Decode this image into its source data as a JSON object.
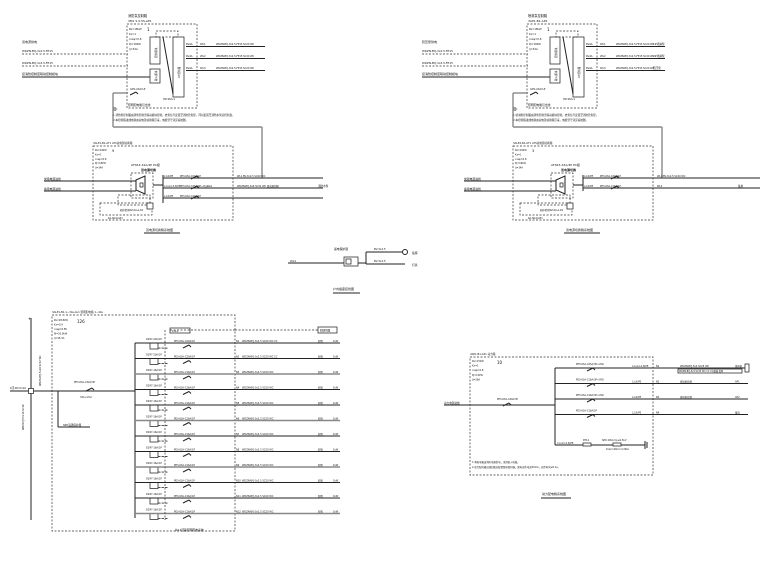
{
  "drawing": {
    "diagrams": [
      {
        "id": "fire-pump-1",
        "title": "消防泵控制电气原理图",
        "panel_header": [
          "消防泵控制箱",
          "3M1 S 0.5S-AP1"
        ],
        "params": [
          "Pe=18kW",
          "Kx=1",
          "cosφ=0.8",
          "Pj=18kW",
          "Ij=34A"
        ],
        "panel_number": "1",
        "inputs": [
          "双电源供电",
          "WDZN-BYJ-3x2.5-FE15",
          "WDZN-BYJ-3x2.5-FE15",
          "接消防控制室联动控制模块"
        ],
        "modules": [
          "控制模块",
          "输入模块",
          "UT控制箱",
          "HZ-SKS-1"
        ],
        "outputs": [
          {
            "breaker": "Pe4A",
            "circuit": "WL1",
            "cable": "WDZN-BYJ-3x2.5-FE15 SC20 WC",
            "load": ""
          },
          {
            "breaker": "Pe4A",
            "circuit": "WL2",
            "cable": "WDZN-BYJ-3x2.5-FE15 SC20 WC",
            "load": ""
          },
          {
            "breaker": "Pe4A",
            "circuit": "WL3",
            "cable": "WDZN-BYJ-3x2.5-FE15 SC20 WC",
            "load": ""
          }
        ],
        "feed_label": "GPS-20A/1P",
        "feed_note": "照明配电箱引出线",
        "notes_title": "注:",
        "notes": [
          "1.消防泵控制箱由消防控制室联动模块控制，启泵信号反馈至消防控制室，同时反馈至消防水泵房控制盘。",
          "2.本控制箱进线电源由双电源切换箱引来，电缆型号详见系统图。"
        ]
      },
      {
        "id": "fire-pump-2",
        "title": "喷淋泵控制电气原理图",
        "panel_header": [
          "喷淋泵控制箱",
          "3AP1-B1-AP2"
        ],
        "params": [
          "Pe=18kW",
          "Kx=1",
          "cosφ=0.8",
          "Pj=18kW",
          "Ij=34A"
        ],
        "panel_number": "1",
        "inputs": [
          "稳压泵供电",
          "WDZN-BYJ-3x2.5-FE15",
          "WDZN-BYJ-3x2.5-FE15",
          "接消防控制室联动控制模块"
        ],
        "modules": [
          "控制模块",
          "输入模块",
          "UT控制箱",
          "HZ-SKS-1"
        ],
        "outputs": [
          {
            "breaker": "Pe4A",
            "circuit": "WL1",
            "cable": "WDZN-BYJ-3x2.5-FE15 SC20 WC",
            "load": "1#喷淋泵"
          },
          {
            "breaker": "Pe4A",
            "circuit": "WL2",
            "cable": "WDZN-BYJ-3x2.5-FE15 SC20 WC",
            "load": "2#喷淋泵"
          },
          {
            "breaker": "Pe4A",
            "circuit": "WL3",
            "cable": "WDZN-BYJ-3x2.5-FE15 SC20 WC",
            "load": "稳压泵"
          }
        ],
        "feed_label": "GPS-20A/1P",
        "feed_note": "照明配电箱引出线",
        "notes_title": "注:",
        "notes": [
          "1.喷淋泵控制箱由消防控制室联动模块控制，启泵信号反馈至消防控制室。",
          "2.本控制箱进线电源由双电源切换箱引来，电缆型号详见系统图。"
        ]
      },
      {
        "id": "ats-1",
        "title": "双电源切换箱系统图",
        "panel_header": "3ALE1-B1-AT1  ATS双电源切换箱",
        "params": [
          "Pe=18kW",
          "Kx=1",
          "cosφ=0.8",
          "Pj=18kW",
          "Ij=34A"
        ],
        "panel_number": "9",
        "ats_label": "ATS63-32A/4P PC级",
        "ats_sub": "双电源切换",
        "inputs": [
          "常用电源进线",
          "备用电源进线"
        ],
        "outputs": [
          {
            "label": "L1,N,PE",
            "breaker": "PE3-63A-C20A/1P",
            "circuit": "WL1",
            "cable": "WL1  BV-3x2.5 SC20 WC"
          },
          {
            "label": "L1,L2,L3,N,PE",
            "breaker": "PE3-63A-C25A/4P+VigiRe4",
            "circuit": "WL2",
            "cable": "WDZN-BYJ-5x6 SC32 WC 双电源切换",
            "load": "消防水泵"
          },
          {
            "label": "L1,N,PE",
            "breaker": "PE3-63A-C20A/1P",
            "circuit": "WL3",
            "cable": ""
          }
        ],
        "sub_notes": [
          "相序检测KZ-KA-A-R1",
          "KA-SK-KA-B1"
        ]
      },
      {
        "id": "ats-2",
        "title": "双电源切换箱系统图",
        "panel_header": "3ALE2-B1-AT1  ATS双电源切换箱",
        "params": [
          "Pe=18kW",
          "Kx=1",
          "cosφ=0.8",
          "Pj=18kW",
          "Ij=34A"
        ],
        "panel_number": "3",
        "ats_label": "ATS63-32A/4P PC级",
        "ats_sub": "双电源切换",
        "inputs": [
          "常用电源进线",
          "备用电源进线"
        ],
        "outputs": [
          {
            "label": "L1,N,PE",
            "breaker": "PE3-63A-C20A/1P",
            "circuit": "WL1",
            "cable": "WL1  BV-3x2.5 SC20 WC"
          },
          {
            "label": "L1,N,PE",
            "breaker": "PE3-63A-C16A/1P",
            "circuit": "WL2",
            "cable": "WL2",
            "load": "备用"
          }
        ],
        "sub_notes": [
          "相序检测KZ-KA-A-R1",
          "KA-SK-KA-B1"
        ]
      },
      {
        "id": "detail-1",
        "title": "户内插座接线图",
        "feed": "WL1",
        "module_label": "漏电保护器",
        "out_top": "BV-3x2.5",
        "out_bottom": "BV-3x2.5",
        "load_top": "插座",
        "load_bottom": "灯具"
      },
      {
        "id": "distribution-1",
        "title": "照明配电箱系统图",
        "panel_header": "3ALE1-B1-1~3AL-AL1  照明配电箱 1~4AL",
        "params": [
          "Pe=28.8kW",
          "Kx=0.9",
          "cosφ=0.85",
          "Pj=25.9kW",
          "Ij=46.3A"
        ],
        "panel_number": "126",
        "incoming": "1回-BV-5x10",
        "bus_label": "WDZN-BYJ-5x10 SC32 WC",
        "riser_label": "WDZN-YJY-5x16 SC40",
        "main_breaker": "PE3-63A-C32A/3P",
        "main_breaker_sub": "32A+VIGI",
        "spd_label": "SPD浪涌保护器",
        "cb_group_label": "1AL1",
        "table_header_right": "照明回路",
        "footer_note": "共12回路照明配电系统",
        "circuits": [
          {
            "rcd": "DZ47-20A/1P",
            "breaker": "PE3-63A-C20A/1P",
            "circuit": "N1",
            "cable": "WDZN-BYJ-3x2.5 SC20 WC CC",
            "load": "照明",
            "power": "1kW"
          },
          {
            "rcd": "DZ47-20A/1P",
            "breaker": "PE3-63A-C20A/1P",
            "circuit": "N2",
            "cable": "WDZN-BYJ-3x2.5 SC20 WC CC",
            "load": "照明",
            "power": "1kW"
          },
          {
            "rcd": "DZ47-16A/1P",
            "breaker": "PE3-63A-C16A/1P",
            "circuit": "N3",
            "cable": "WDZN-BYJ-3x2.5 SC20 WC",
            "load": "照明",
            "power": "1kW"
          },
          {
            "rcd": "DZ47-16A/1P",
            "breaker": "PE3-63A-C16A/1P",
            "circuit": "N4",
            "cable": "WDZN-BYJ-3x2.5 SC20 WC",
            "load": "照明",
            "power": "1kW"
          },
          {
            "rcd": "DZ47-16A/1P",
            "breaker": "PE3-63A-C16A/1P",
            "circuit": "N5",
            "cable": "WDZN-BYJ-3x2.5 SC20 WC",
            "load": "照明",
            "power": "1kW"
          },
          {
            "rcd": "DZ47-16A/1P",
            "breaker": "PE3-63A-C16A/1P",
            "circuit": "N6",
            "cable": "WDZN-BYJ-3x2.5 SC20 WC",
            "load": "照明",
            "power": "1kW"
          },
          {
            "rcd": "DZ47-16A/1P",
            "breaker": "PE3-63A-C16A/1P",
            "circuit": "N7",
            "cable": "WDZN-BYJ-3x2.5 SC20 WC",
            "load": "照明",
            "power": "1kW"
          },
          {
            "rcd": "DZ47-16A/1P",
            "breaker": "PE3-63A-C16A/1P",
            "circuit": "N8",
            "cable": "WDZN-BYJ-3x2.5 SC20 WC",
            "load": "照明",
            "power": "1kW"
          },
          {
            "rcd": "DZ47-16A/1P",
            "breaker": "PE3-63A-C16A/1P",
            "circuit": "N9",
            "cable": "WDZN-BYJ-3x2.5 SC20 WC",
            "load": "照明",
            "power": "1kW"
          },
          {
            "rcd": "DZ47-16A/1P",
            "breaker": "PE3-63A-C16A/1P",
            "circuit": "N10",
            "cable": "WDZN-BYJ-3x2.5 SC20 WC",
            "load": "照明",
            "power": "1kW"
          },
          {
            "rcd": "DZ47-16A/1P",
            "breaker": "PE3-63A-C16A/1P",
            "circuit": "N11",
            "cable": "WDZN-BYJ-3x2.5 SC20 WC",
            "load": "照明",
            "power": "1kW"
          },
          {
            "rcd": "DZ47-16A/1P",
            "breaker": "PE3-63A-C16A/1P",
            "circuit": "N12",
            "cable": "WDZN-BYJ-3x2.5 SC20 WC",
            "load": "照明",
            "power": "1kW"
          }
        ]
      },
      {
        "id": "distribution-2",
        "title": "动力配电箱系统图",
        "panel_header": "3AP1-B1-AP1  动力箱",
        "params": [
          "Pe=15kW",
          "Kx=1",
          "cosφ=0.8",
          "Pj=15kW",
          "Ij=28A"
        ],
        "panel_number": "10",
        "incoming": "动力电源进线",
        "main_breaker": "PE3-63A-C40A/3P",
        "circuits": [
          {
            "breaker": "PE3-63A-C25A/3P+VIGI",
            "phases": "L1,L2,L3,N,PE",
            "circuit": "N1",
            "cable": "WDZN-BYJ-5x4 SC25 WC",
            "cable2": "WDZN-BYJ-5x4 SC25 WC CC 2号楼梯 照明",
            "load": "排风机",
            "extra": "AP"
          },
          {
            "breaker": "PE3-63A-C16A/3P+VIGI",
            "phases": "L1,N,PE",
            "circuit": "N2",
            "cable": "排风机控制",
            "load": "AP1"
          },
          {
            "breaker": "PE3-63A-C16A/3P+VIGI",
            "phases": "L1,N,PE",
            "circuit": "N3",
            "cable": "排风机控制",
            "load": "AP2"
          },
          {
            "breaker": "PE3-63A-C16A/1P",
            "phases": "L1,N,PE",
            "circuit": "N4",
            "cable": "",
            "load": "备用"
          }
        ],
        "spd_row": {
          "phases": "L1,L2,L3,N,PE",
          "fuse": "RT14",
          "spd": "SPD 40kA  Up≤2.5kV",
          "spd_sub": "Imax=40kA  In=20kA"
        },
        "notes": [
          "1.本配电箱由消防电源供电，采用耐火电缆。",
          "2.动力配电箱出线回路应配置漏电保护器，漏电动作电流30mA，动作时间≤0.1s。"
        ]
      }
    ]
  }
}
